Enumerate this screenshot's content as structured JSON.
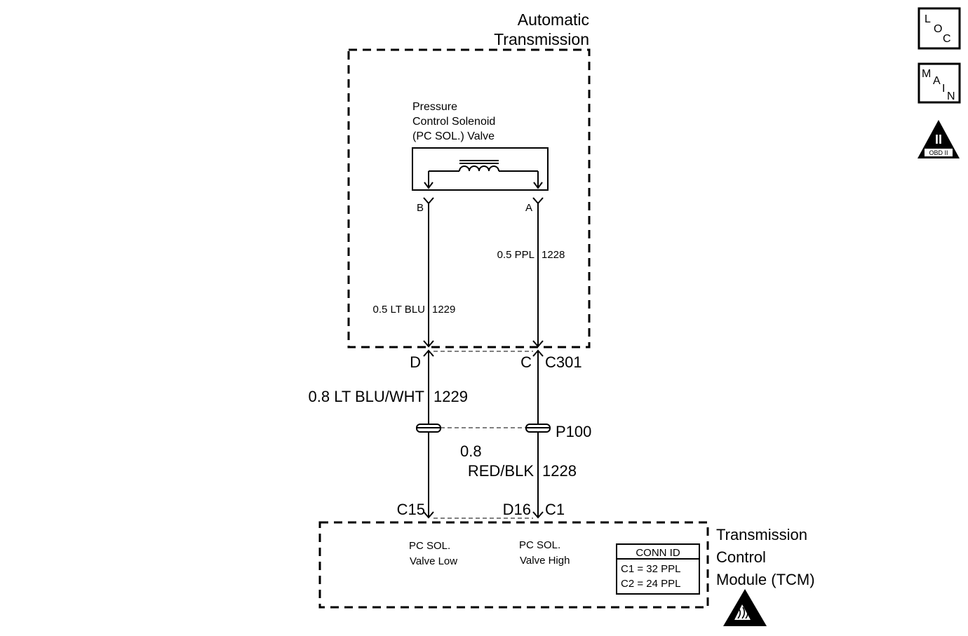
{
  "transmission": {
    "title_line1": "Automatic",
    "title_line2": "Transmission"
  },
  "solenoid": {
    "label_line1": "Pressure",
    "label_line2": "Control Solenoid",
    "label_line3": "(PC SOL.) Valve",
    "pin_b": "B",
    "pin_a": "A"
  },
  "wires": {
    "inner_left": "0.5 LT BLU",
    "inner_left_circuit": "1229",
    "inner_right": "0.5 PPL",
    "inner_right_circuit": "1228",
    "outer_left": "0.8 LT BLU/WHT",
    "outer_left_circuit": "1229",
    "outer_right_line1": "0.8",
    "outer_right_line2": "RED/BLK",
    "outer_right_circuit": "1228"
  },
  "connectors": {
    "c301_pin_left": "D",
    "c301_pin_right": "C",
    "c301_name": "C301",
    "p100_name": "P100",
    "tcm_pin_left": "C15",
    "tcm_pin_right": "D16",
    "tcm_conn": "C1"
  },
  "tcm": {
    "title_line1": "Transmission",
    "title_line2": "Control",
    "title_line3": "Module (TCM)",
    "pin_low_line1": "PC SOL.",
    "pin_low_line2": "Valve Low",
    "pin_high_line1": "PC SOL.",
    "pin_high_line2": "Valve High"
  },
  "conn_id_table": {
    "header": "CONN ID",
    "row1": "C1 = 32 PPL",
    "row2": "C2 = 24 PPL"
  },
  "side_icons": {
    "loc_letters": [
      "L",
      "O",
      "C"
    ],
    "main_letters": [
      "M",
      "A",
      "I",
      "N"
    ],
    "obd_numeral": "II",
    "obd_label": "OBD II"
  },
  "icons": [
    "loc-icon",
    "main-icon",
    "obd-ii-icon",
    "esd-warning-icon",
    "coil-icon"
  ]
}
